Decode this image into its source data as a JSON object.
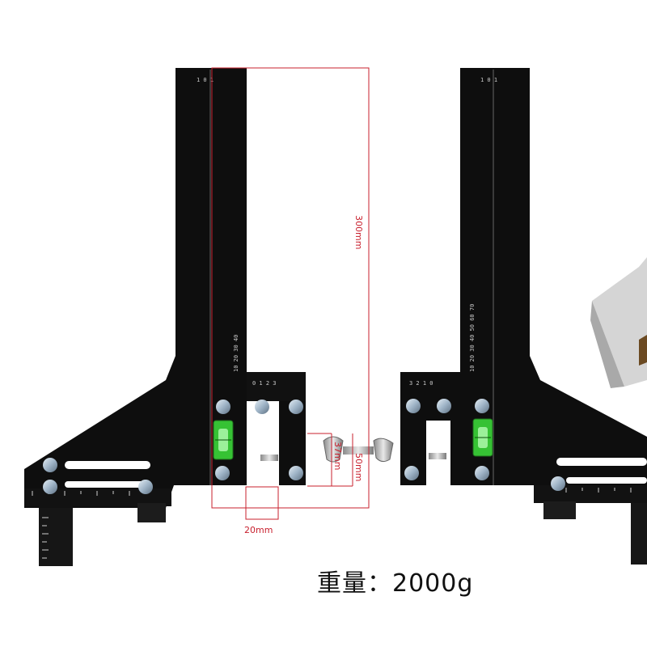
{
  "dimensions": {
    "height_label": "300mm",
    "opening_label": "37mm",
    "clamp_label": "50mm",
    "slot_width_label": "20mm"
  },
  "scale_marks": {
    "left_top": "1 0 1",
    "right_top": "1 0 1",
    "left_clamp": "0 1 2 3",
    "right_clamp": "3 2 1 0",
    "left_vertical": "10 20 30 40",
    "right_vertical": "10 20 30 40 50 60 70"
  },
  "caption": "重量：2000g",
  "colors": {
    "jig_body": "#0e0e0e",
    "dimension_lines": "#c8202e",
    "level_vial": "#3cc93a",
    "screw_heads": "#9fb4c7",
    "background": "#ffffff"
  }
}
